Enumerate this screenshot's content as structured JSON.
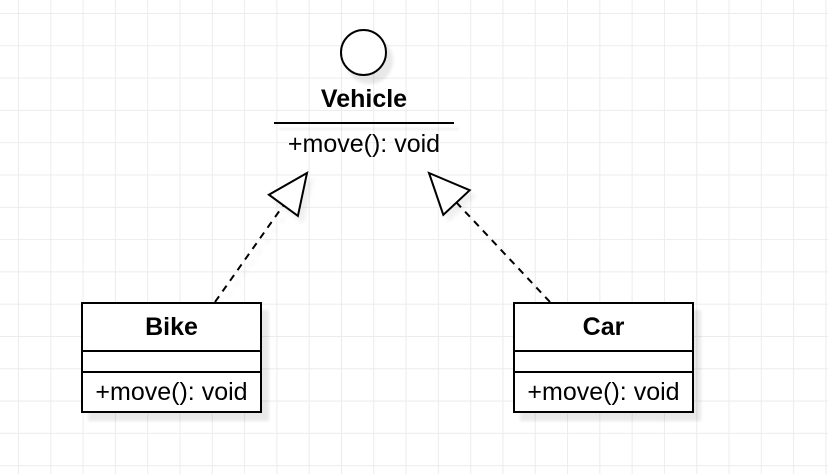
{
  "canvas": {
    "background_color": "#ffffff",
    "grid_color": "#ececec",
    "stroke_color": "#000000",
    "fill_color": "#ffffff"
  },
  "diagram": {
    "interface": {
      "icon": "circle-icon",
      "name": "Vehicle",
      "operations": "+move(): void"
    },
    "classes": [
      {
        "name": "Bike",
        "attributes": "",
        "operations": "+move(): void"
      },
      {
        "name": "Car",
        "attributes": "",
        "operations": "+move(): void"
      }
    ],
    "relationships": [
      {
        "from": "Bike",
        "to": "Vehicle",
        "type": "realization",
        "line": "dashed",
        "arrowhead": "open-triangle"
      },
      {
        "from": "Car",
        "to": "Vehicle",
        "type": "realization",
        "line": "dashed",
        "arrowhead": "open-triangle"
      }
    ]
  }
}
